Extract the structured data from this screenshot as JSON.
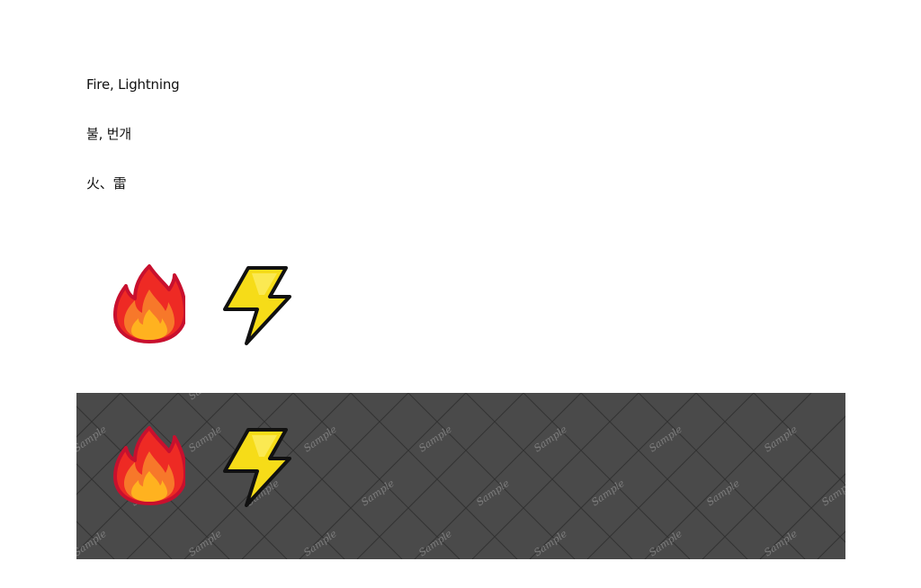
{
  "captions": {
    "english": "Fire, Lightning",
    "korean": "불, 번개",
    "chinese": "火、雷"
  },
  "icons": {
    "fire": {
      "name": "fire-icon",
      "outline": "#c8102e",
      "outer": "#ee2a24",
      "mid": "#f7782a",
      "inner": "#ffb21f"
    },
    "lightning": {
      "name": "lightning-icon",
      "outline": "#111111",
      "fill": "#f6dc18",
      "highlight": "#fff27a"
    }
  },
  "watermark": {
    "text": "Sample"
  },
  "panel": {
    "background": "#4a4a4a"
  }
}
